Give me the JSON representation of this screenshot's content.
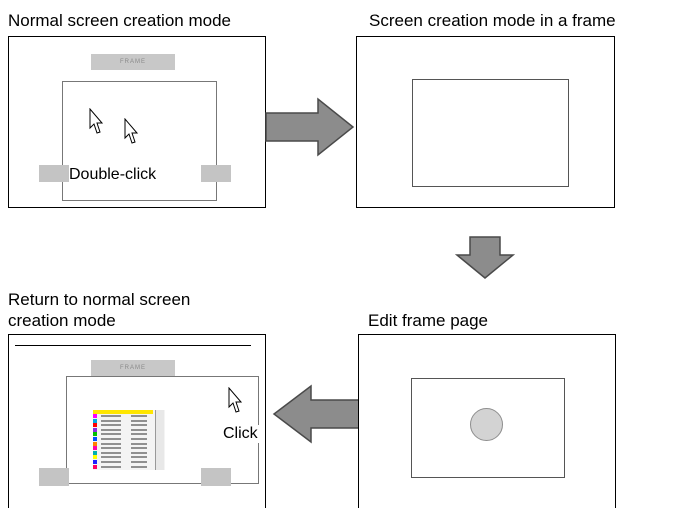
{
  "captions": {
    "normal_mode": "Normal screen creation mode",
    "frame_mode": "Screen creation mode in a frame",
    "return_line1": "Return to normal screen",
    "return_line2": "creation mode",
    "edit_frame": "Edit frame page"
  },
  "hints": {
    "double_click": "Double-click",
    "click": "Click"
  },
  "frame_label": "FRAME",
  "colors": {
    "arrow_fill": "#8c8c8c",
    "arrow_stroke": "#4a4a4a",
    "panel_border": "#000000",
    "block_gray": "#c4c4c4",
    "swatches": [
      "#ffe600",
      "#ff00ff",
      "#00a8e0",
      "#ff0000",
      "#8a2be2",
      "#00c000",
      "#0050ff",
      "#ff8000",
      "#ff00aa",
      "#00b0b0",
      "#ffff00",
      "#2020ff",
      "#ff0060"
    ]
  }
}
